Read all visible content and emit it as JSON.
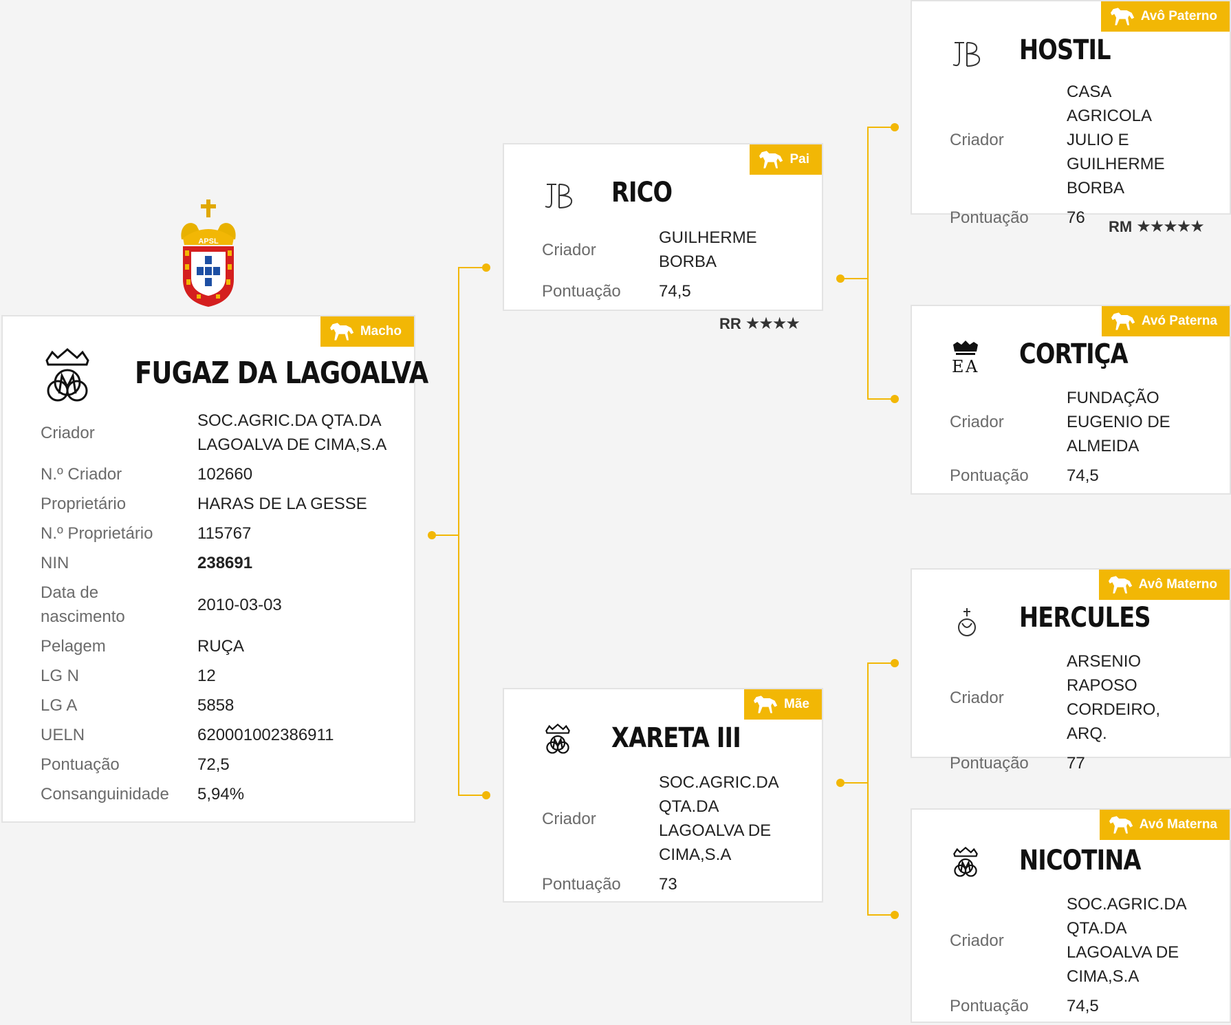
{
  "accent_color": "#f2b705",
  "logo": {
    "text": "APSL",
    "icon": "apsl-crest-icon"
  },
  "subject": {
    "badge": "Macho",
    "name": "FUGAZ DA LAGOALVA",
    "brand_icon": "crowned-monogram-icon",
    "rows": [
      {
        "label": "Criador",
        "value": "SOC.AGRIC.DA QTA.DA LAGOALVA DE CIMA,S.A"
      },
      {
        "label": "N.º Criador",
        "value": "102660"
      },
      {
        "label": "Proprietário",
        "value": "HARAS DE LA GESSE"
      },
      {
        "label": "N.º Proprietário",
        "value": "115767"
      },
      {
        "label": "NIN",
        "value": "238691"
      },
      {
        "label": "Data de nascimento",
        "value": "2010-03-03"
      },
      {
        "label": "Pelagem",
        "value": "RUÇA"
      },
      {
        "label": "LG N",
        "value": "12"
      },
      {
        "label": "LG A",
        "value": "5858"
      },
      {
        "label": "UELN",
        "value": "620001002386911"
      },
      {
        "label": "Pontuação",
        "value": "72,5"
      },
      {
        "label": "Consanguinidade",
        "value": "5,94%"
      }
    ]
  },
  "sire": {
    "badge": "Pai",
    "name": "RICO",
    "brand_icon": "jb-monogram-icon",
    "rows": [
      {
        "label": "Criador",
        "value": "GUILHERME BORBA"
      },
      {
        "label": "Pontuação",
        "value": "74,5"
      }
    ],
    "rating": {
      "code": "RR",
      "stars": "★★★★"
    }
  },
  "dam": {
    "badge": "Mãe",
    "name": "XARETA III",
    "brand_icon": "crowned-monogram-icon",
    "rows": [
      {
        "label": "Criador",
        "value": "SOC.AGRIC.DA QTA.DA LAGOALVA DE CIMA,S.A"
      },
      {
        "label": "Pontuação",
        "value": "73"
      }
    ]
  },
  "paternal_grandsire": {
    "badge": "Avô Paterno",
    "name": "HOSTIL",
    "brand_icon": "jb-monogram-icon",
    "rows": [
      {
        "label": "Criador",
        "value": "CASA AGRICOLA JULIO E GUILHERME BORBA"
      },
      {
        "label": "Pontuação",
        "value": "76"
      }
    ],
    "rating": {
      "code": "RM",
      "stars": "★★★★★"
    }
  },
  "paternal_granddam": {
    "badge": "Avó Paterna",
    "name": "CORTIÇA",
    "brand_icon": "crowned-ea-icon",
    "rows": [
      {
        "label": "Criador",
        "value": "FUNDAÇÃO EUGENIO DE ALMEIDA"
      },
      {
        "label": "Pontuação",
        "value": "74,5"
      }
    ]
  },
  "maternal_grandsire": {
    "badge": "Avô Materno",
    "name": "HERCULES",
    "brand_icon": "cross-crescent-icon",
    "rows": [
      {
        "label": "Criador",
        "value": "ARSENIO RAPOSO CORDEIRO, ARQ."
      },
      {
        "label": "Pontuação",
        "value": "77"
      }
    ]
  },
  "maternal_granddam": {
    "badge": "Avó Materna",
    "name": "NICOTINA",
    "brand_icon": "crowned-monogram-icon",
    "rows": [
      {
        "label": "Criador",
        "value": "SOC.AGRIC.DA QTA.DA LAGOALVA DE CIMA,S.A"
      },
      {
        "label": "Pontuação",
        "value": "74,5"
      }
    ]
  }
}
